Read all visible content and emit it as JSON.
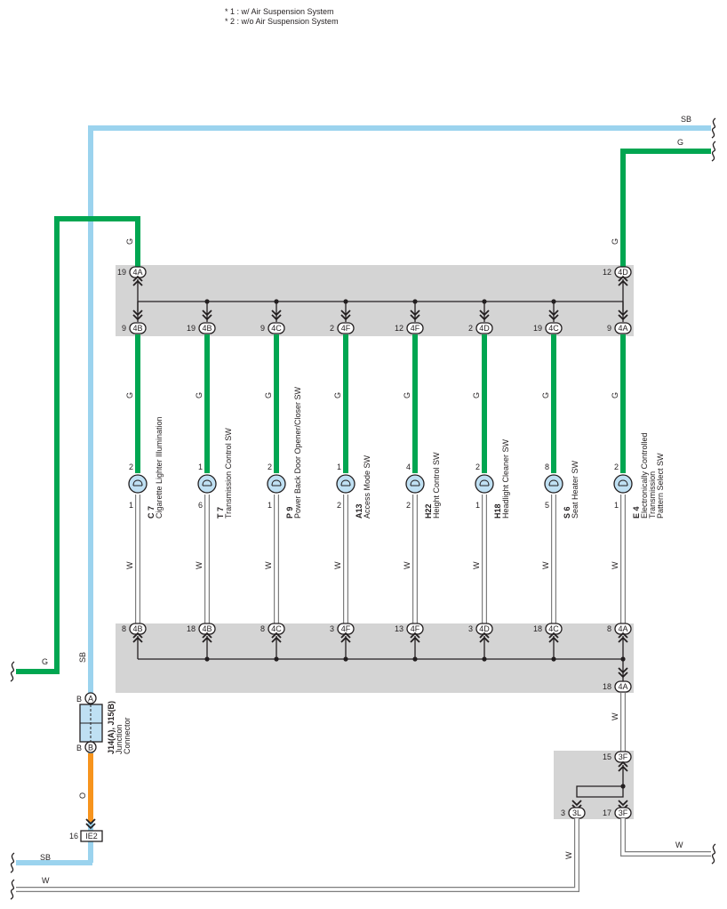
{
  "notes": [
    "* 1 : w/ Air Suspension System",
    "* 2 : w/o Air Suspension System"
  ],
  "colors": {
    "sb": "#9bd3ee",
    "g": "#00a651",
    "o": "#f7941d",
    "w_outline": "#7d7d7d",
    "junction_block": "#d4d4d4",
    "lamp": "#bfe0f3",
    "line": "#231f20"
  },
  "wire_labels": {
    "sb": "SB",
    "g": "G",
    "w": "W",
    "o": "O"
  },
  "top_connectors": [
    {
      "pin": "19",
      "conn": "4A"
    },
    {
      "pin": "12",
      "conn": "4D"
    }
  ],
  "upper_row": [
    {
      "pin": "9",
      "conn": "4B"
    },
    {
      "pin": "19",
      "conn": "4B"
    },
    {
      "pin": "9",
      "conn": "4C"
    },
    {
      "pin": "2",
      "conn": "4F"
    },
    {
      "pin": "12",
      "conn": "4F"
    },
    {
      "pin": "2",
      "conn": "4D"
    },
    {
      "pin": "19",
      "conn": "4C"
    },
    {
      "pin": "9",
      "conn": "4A"
    }
  ],
  "lower_row": [
    {
      "pin": "8",
      "conn": "4B"
    },
    {
      "pin": "18",
      "conn": "4B"
    },
    {
      "pin": "8",
      "conn": "4C"
    },
    {
      "pin": "3",
      "conn": "4F"
    },
    {
      "pin": "13",
      "conn": "4F"
    },
    {
      "pin": "3",
      "conn": "4D"
    },
    {
      "pin": "18",
      "conn": "4C"
    },
    {
      "pin": "8",
      "conn": "4A"
    }
  ],
  "components": [
    {
      "code": "C 7",
      "name_lines": [
        "Cigarette Lighter Illumination"
      ],
      "pin_top": "2",
      "pin_bottom": "1"
    },
    {
      "code": "T 7",
      "name_lines": [
        "Transmission Control SW"
      ],
      "pin_top": "1",
      "pin_bottom": "6"
    },
    {
      "code": "P 9",
      "name_lines": [
        "Power Back Door Opener/Closer SW"
      ],
      "pin_top": "2",
      "pin_bottom": "1"
    },
    {
      "code": "A13",
      "name_lines": [
        "Access Mode SW"
      ],
      "pin_top": "1",
      "pin_bottom": "2"
    },
    {
      "code": "H22",
      "name_lines": [
        "Height Control SW"
      ],
      "pin_top": "4",
      "pin_bottom": "2"
    },
    {
      "code": "H18",
      "name_lines": [
        "Headlight Cleaner SW"
      ],
      "pin_top": "2",
      "pin_bottom": "1"
    },
    {
      "code": "S 6",
      "name_lines": [
        "Seat Heater SW"
      ],
      "pin_top": "8",
      "pin_bottom": "5"
    },
    {
      "code": "E 4",
      "name_lines": [
        "Electronically Controlled",
        "Transmission",
        "Pattern Select SW"
      ],
      "pin_top": "2",
      "pin_bottom": "1"
    }
  ],
  "bottom_right_connector": {
    "pin": "18",
    "conn": "4A"
  },
  "lower_block": {
    "top": {
      "pin": "15",
      "conn": "3F"
    },
    "left": {
      "pin": "3",
      "conn": "3L"
    },
    "right": {
      "pin": "17",
      "conn": "3F"
    }
  },
  "junction_connector": {
    "label": "J14(A), J15(B)",
    "sub": [
      "Junction",
      "Connector"
    ],
    "top_pin": "B",
    "top_letter": "A",
    "bottom_pin": "B",
    "bottom_letter": "B"
  },
  "ground_connector": {
    "pin": "16",
    "conn": "IE2"
  }
}
